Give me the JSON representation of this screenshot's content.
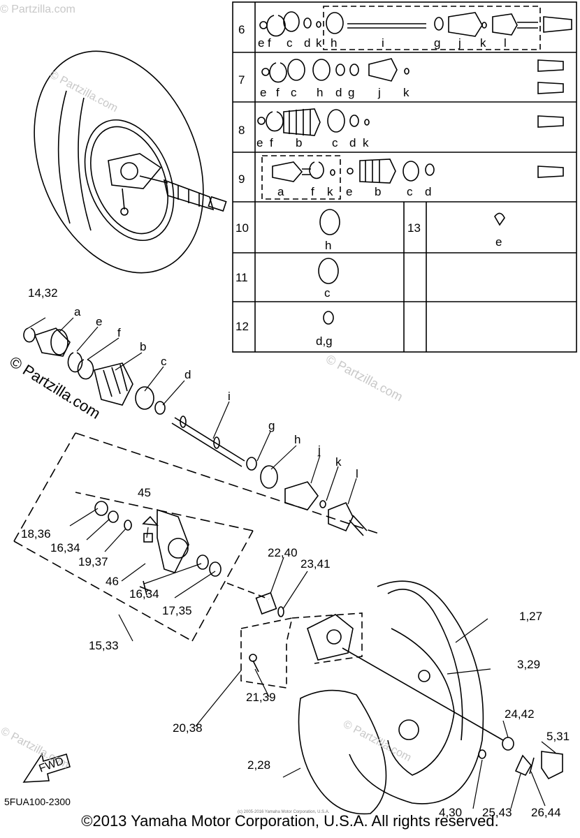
{
  "watermark": {
    "brand": "© Partzilla.com",
    "corner": "© Partzilla.com"
  },
  "table": {
    "rows": [
      {
        "num": "6",
        "letters": [
          "e",
          "f",
          "c",
          "d",
          "k",
          "h",
          "i",
          "g",
          "j",
          "k",
          "l"
        ]
      },
      {
        "num": "7",
        "letters": [
          "e",
          "f",
          "c",
          "h",
          "d",
          "g",
          "j",
          "k"
        ]
      },
      {
        "num": "8",
        "letters": [
          "e",
          "f",
          "b",
          "c",
          "d",
          "k"
        ]
      },
      {
        "num": "9",
        "letters": [
          "a",
          "f",
          "k",
          "e",
          "b",
          "c",
          "d"
        ]
      },
      {
        "num": "10",
        "letters": [
          "h"
        ],
        "num2": "13",
        "letters2": [
          "e"
        ]
      },
      {
        "num": "11",
        "letters": [
          "c"
        ]
      },
      {
        "num": "12",
        "letters": [
          "d,g"
        ]
      }
    ]
  },
  "callouts": {
    "c14_32": "14,32",
    "a": "a",
    "e": "e",
    "f": "f",
    "b": "b",
    "c": "c",
    "d": "d",
    "i": "i",
    "g": "g",
    "h": "h",
    "j": "j",
    "k": "k",
    "l": "l",
    "c45": "45",
    "c18_36": "18,36",
    "c16_34a": "16,34",
    "c19_37": "19,37",
    "c46": "46",
    "c16_34b": "16,34",
    "c17_35": "17,35",
    "c15_33": "15,33",
    "c22_40": "22,40",
    "c23_41": "23,41",
    "c1_27": "1,27",
    "c3_29": "3,29",
    "c21_39": "21,39",
    "c20_38": "20,38",
    "c24_42": "24,42",
    "c5_31": "5,31",
    "c2_28": "2,28",
    "c4_30": "4,30",
    "c25_43": "25,43",
    "c26_44": "26,44"
  },
  "fwd_label": "FWD",
  "diagram_code": "5FUA100-2300",
  "tiny_copyright": "(c) 2005-2016 Yamaha Motor Corporation, U.S.A.",
  "copyright": "©2013 Yamaha Motor Corporation, U.S.A. All rights reserved."
}
